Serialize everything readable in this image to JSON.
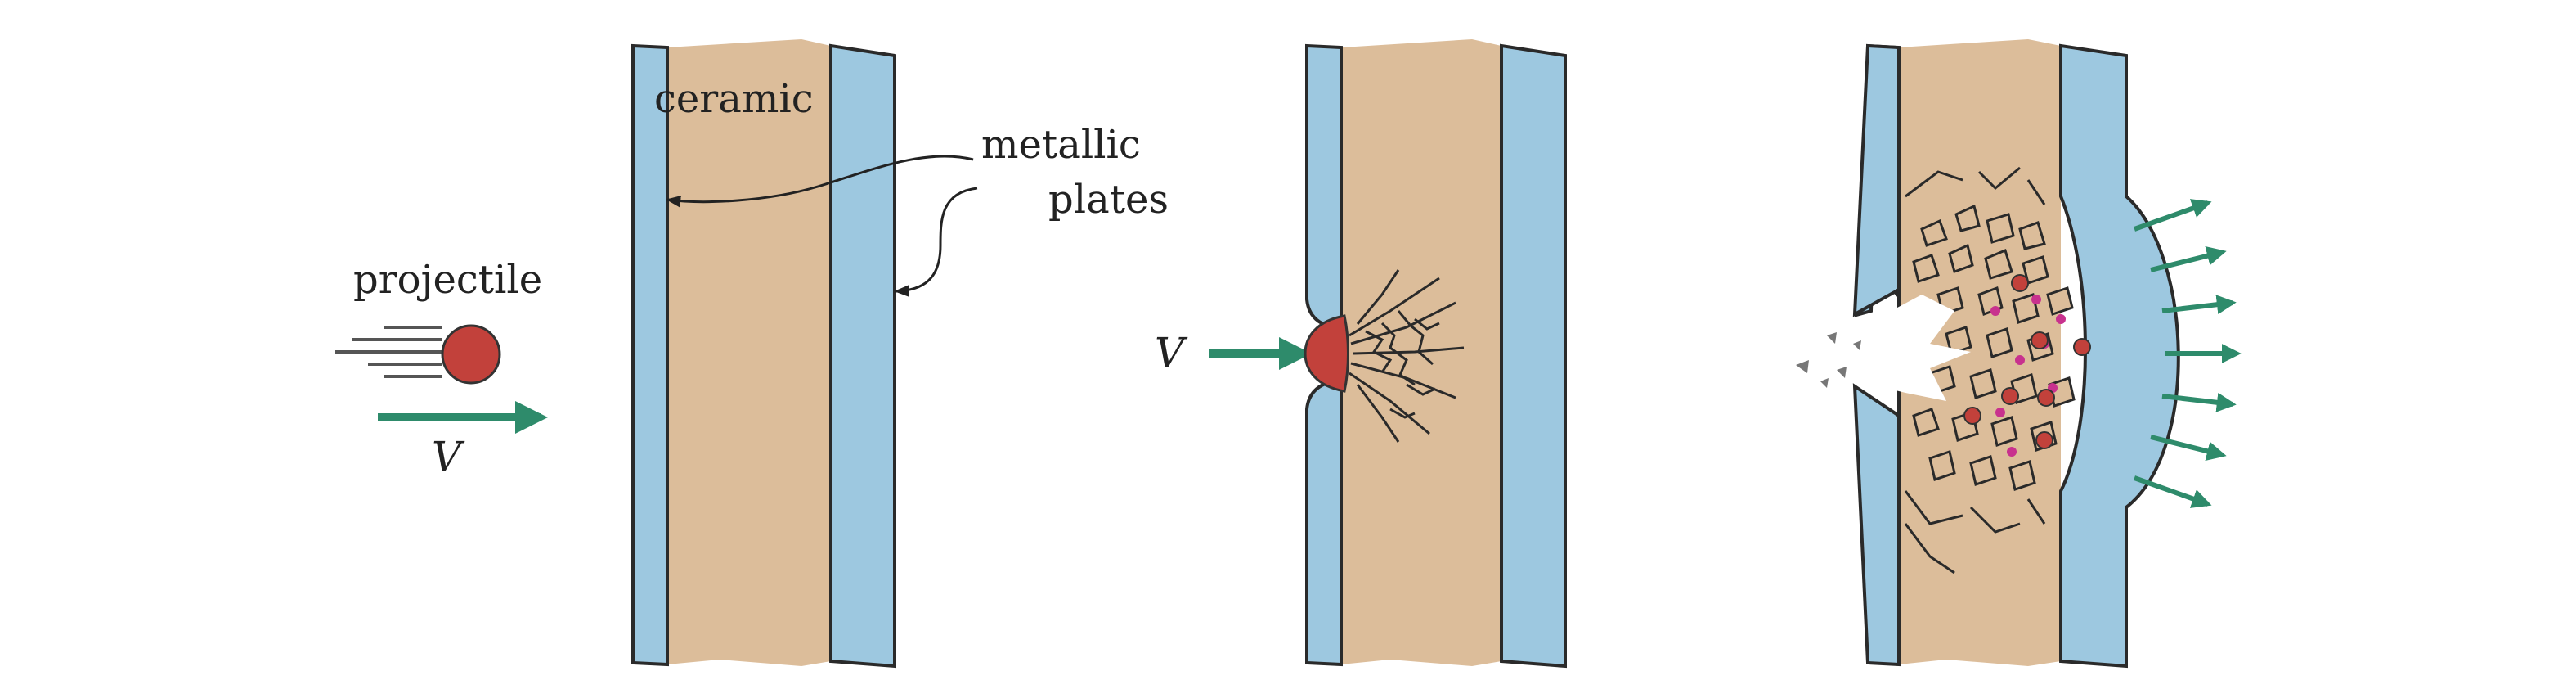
{
  "labels": {
    "projectile": "projectile",
    "ceramic": "ceramic",
    "metallic_line1": "metallic",
    "metallic_line2": "plates",
    "velocity_1": "V",
    "velocity_2": "V"
  },
  "colors": {
    "metal_plate": "#9dc8e0",
    "ceramic": "#dcbd9a",
    "projectile": "#c2413b",
    "arrow": "#2e8b6b",
    "fragments_magenta": "#c8318e",
    "outline": "#2a2a2a"
  }
}
